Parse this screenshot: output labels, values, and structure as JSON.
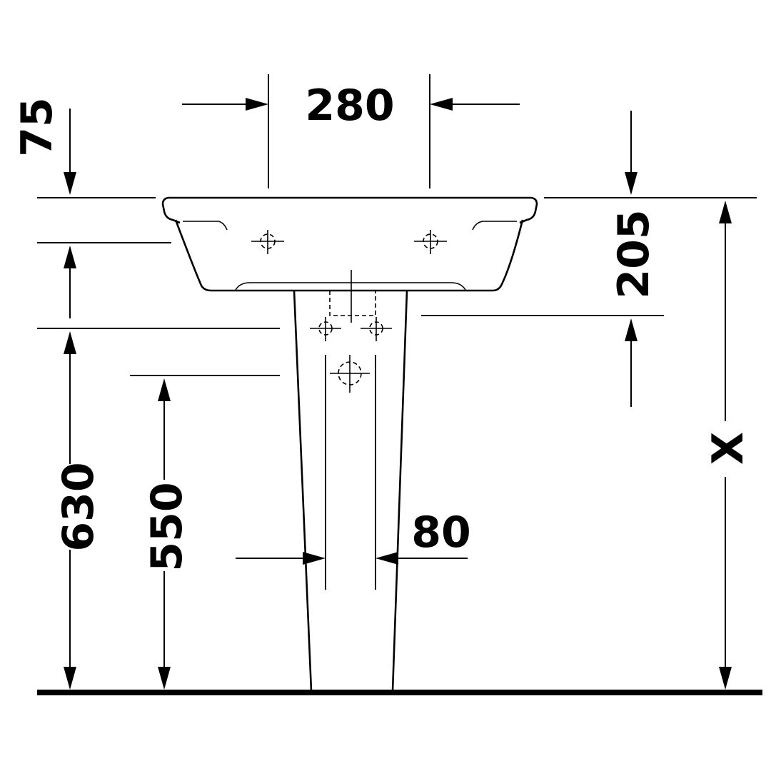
{
  "dimensions": {
    "tap_hole_spacing": "280",
    "basin_rim_depth": "75",
    "basin_height": "205",
    "overflow_height": "630",
    "waste_height": "550",
    "pedestal_opening": "80",
    "total_height": "X"
  }
}
